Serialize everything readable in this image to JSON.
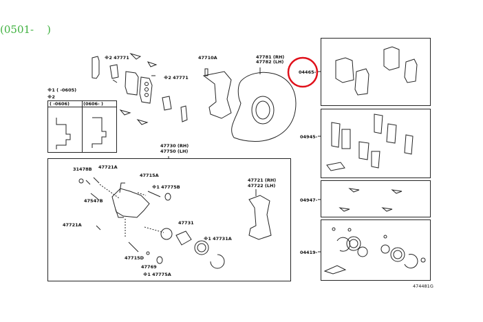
{
  "header": {
    "date_range": "(0501-    )"
  },
  "inset": {
    "note1": "※1 (     -0605)",
    "note2": "※2",
    "col1": "(     -0606)",
    "col2": "(0606-      )"
  },
  "top_labels": {
    "p47771_a": "※2 47771",
    "p47771_b": "※2 47771",
    "p47710A": "47710A",
    "p47781": "47781 (RH)",
    "p47782": "47782 (LH)",
    "p47730": "47730 (RH)",
    "p47750": "47750 (LH)"
  },
  "caliper_labels": {
    "p31478B": "31478B",
    "p47721A_a": "47721A",
    "p47715A": "47715A",
    "p47775B": "※1 47775B",
    "p47547B": "47547B",
    "p47721A_b": "47721A",
    "p47731": "47731",
    "p47731A": "※1 47731A",
    "p47721": "47721 (RH)",
    "p47722": "47722 (LH)",
    "p47715D": "47715D",
    "p47769": "47769",
    "p47775A": "※1 47775A"
  },
  "kits": [
    {
      "code": "04465-",
      "highlighted": true
    },
    {
      "code": "04945-"
    },
    {
      "code": "04947-"
    },
    {
      "code": "04419-"
    }
  ],
  "figure_id": "474481G",
  "colors": {
    "title": "#3fb13f",
    "highlight": "#e0101a",
    "line": "#222222"
  }
}
